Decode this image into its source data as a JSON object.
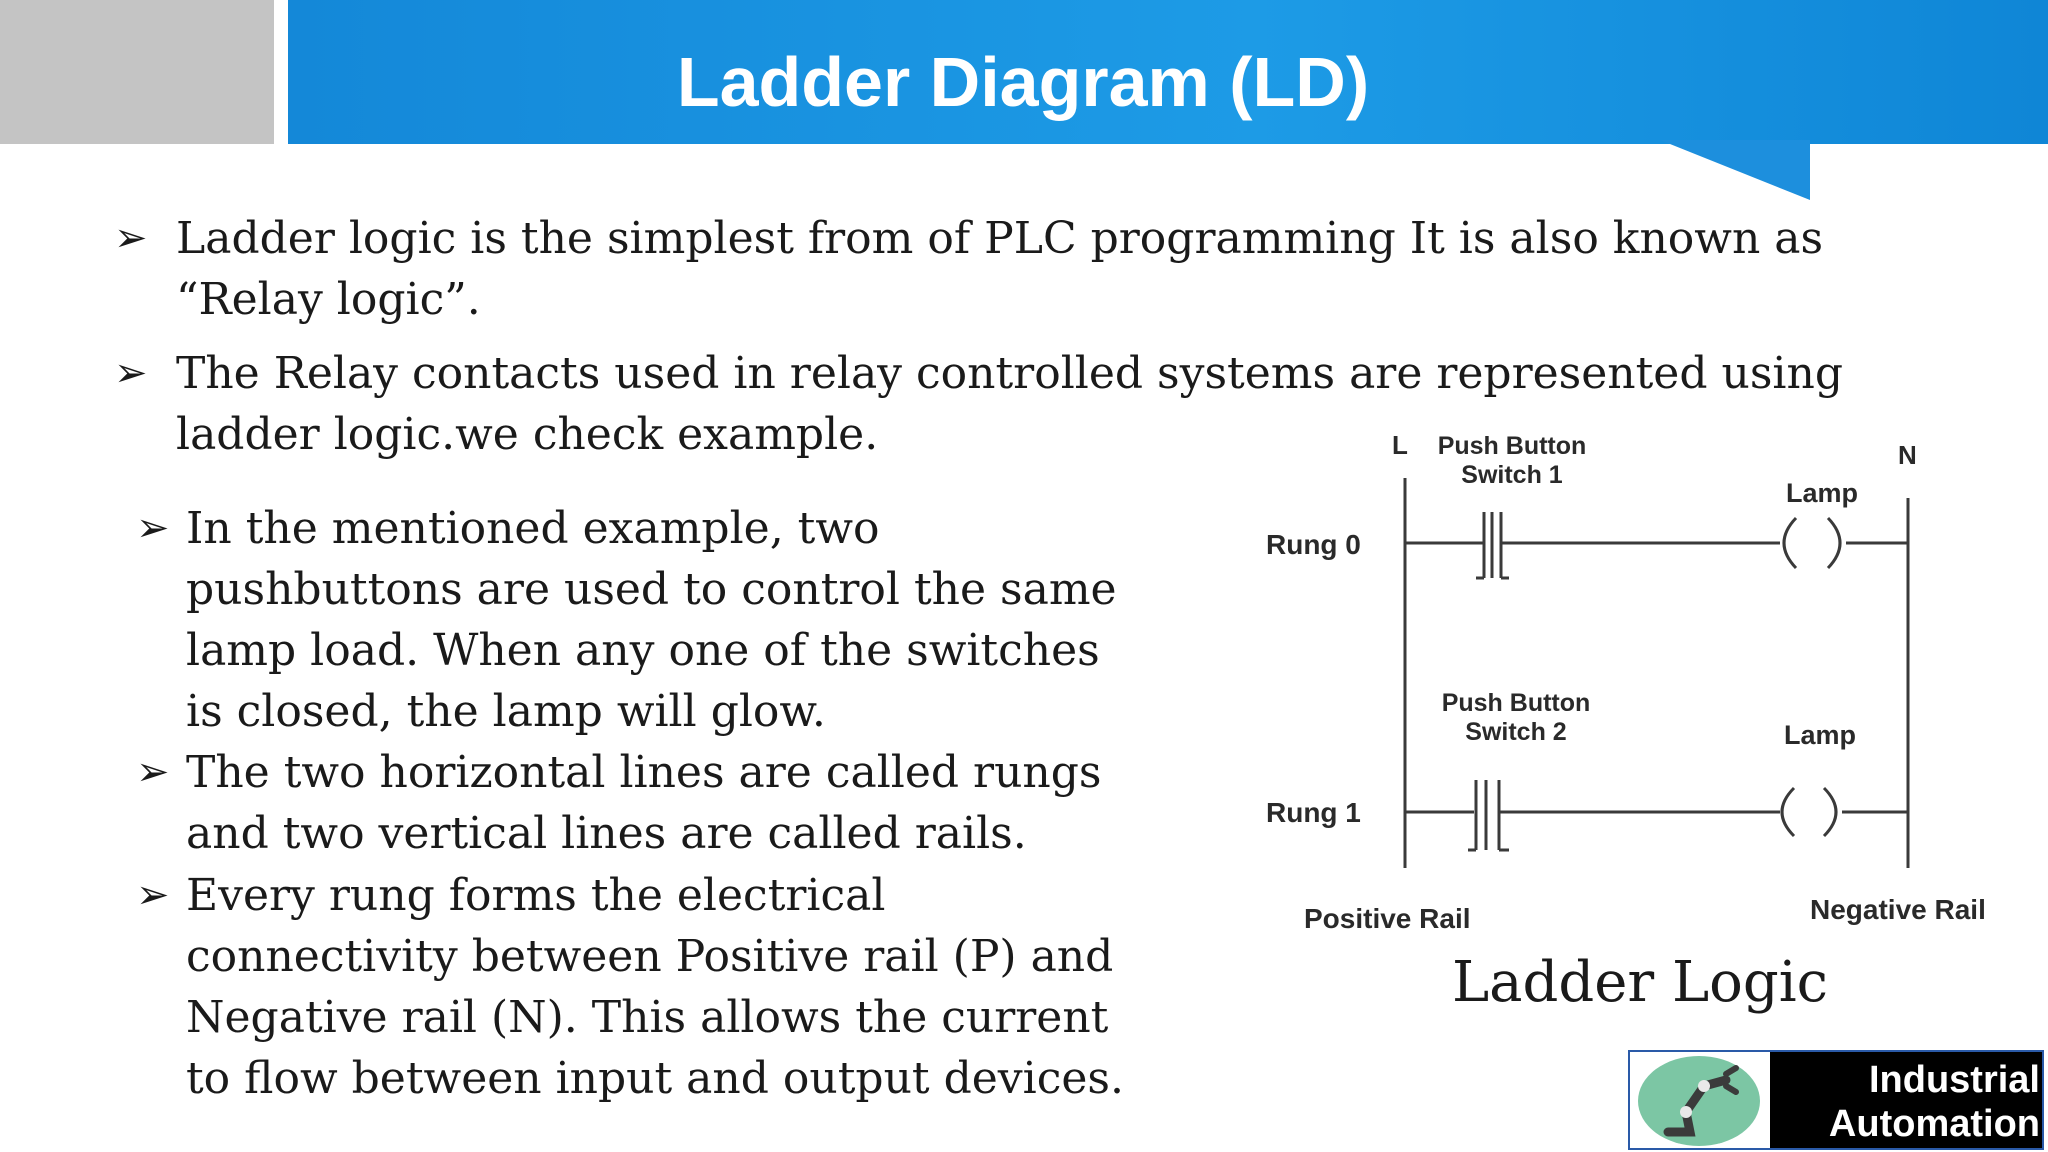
{
  "header": {
    "title": "Ladder Diagram (LD)"
  },
  "bullets_top": [
    {
      "line1": "Ladder logic is the simplest from of PLC programming It is also known as",
      "line2": "“Relay logic”."
    },
    {
      "line1": "The Relay contacts used in relay controlled systems are represented using",
      "line2": "ladder logic.we check example."
    }
  ],
  "bullets_left": [
    {
      "lines": [
        "In the mentioned example, two",
        "pushbuttons are used to control the same",
        "lamp load. When any one of the switches",
        "is closed, the lamp will glow."
      ]
    },
    {
      "lines": [
        "The two horizontal lines are called rungs",
        "and two vertical lines are called rails."
      ]
    },
    {
      "lines": [
        "Every rung forms the electrical",
        "connectivity between Positive rail (P) and",
        "Negative rail (N). This allows the current",
        "to flow between input and output devices."
      ]
    }
  ],
  "diagram": {
    "left_rail_label": "L",
    "right_rail_label": "N",
    "rungs": [
      {
        "label": "Rung 0",
        "contact_line1": "Push Button",
        "contact_line2": "Switch 1",
        "coil": "Lamp"
      },
      {
        "label": "Rung 1",
        "contact_line1": "Push Button",
        "contact_line2": "Switch 2",
        "coil": "Lamp"
      }
    ],
    "positive_rail_label": "Positive Rail",
    "negative_rail_label": "Negative Rail",
    "caption": "Ladder Logic"
  },
  "logo": {
    "line1": "Industrial",
    "line2": "Automation"
  },
  "colors": {
    "title_bar": "#1d9be6",
    "grey_block": "#c4c4c4",
    "logo_bg": "#000000",
    "logo_icon": "#7cc6a4"
  }
}
